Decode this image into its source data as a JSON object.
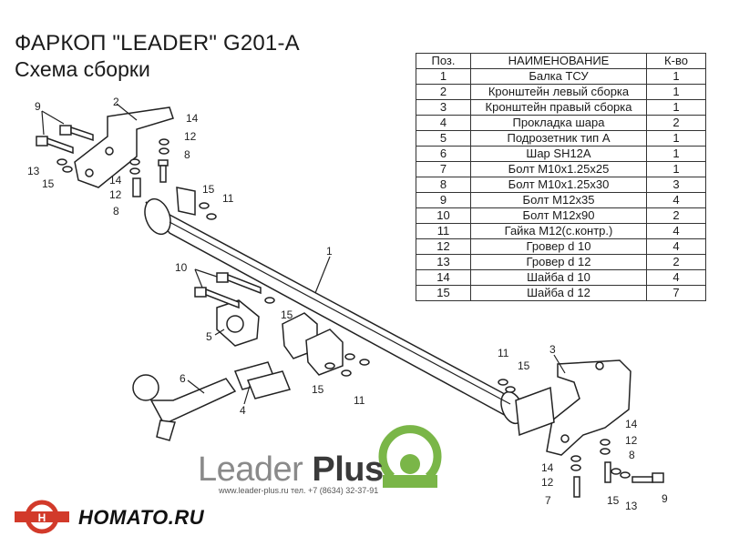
{
  "title": "ФАРКОП \"LEADER\" G201-A",
  "subtitle": "Схема сборки",
  "table": {
    "headers": [
      "Поз.",
      "НАИМЕНОВАНИЕ",
      "К-во"
    ],
    "rows": [
      [
        "1",
        "Балка ТСУ",
        "1"
      ],
      [
        "2",
        "Кронштейн левый сборка",
        "1"
      ],
      [
        "3",
        "Кронштейн правый сборка",
        "1"
      ],
      [
        "4",
        "Прокладка шара",
        "2"
      ],
      [
        "5",
        "Подрозетник тип А",
        "1"
      ],
      [
        "6",
        "Шар SH12A",
        "1"
      ],
      [
        "7",
        "Болт М10х1.25х25",
        "1"
      ],
      [
        "8",
        "Болт М10х1.25х30",
        "3"
      ],
      [
        "9",
        "Болт М12х35",
        "4"
      ],
      [
        "10",
        "Болт М12х90",
        "2"
      ],
      [
        "11",
        "Гайка М12(с.контр.)",
        "4"
      ],
      [
        "12",
        "Гровер d 10",
        "4"
      ],
      [
        "13",
        "Гровер d 12",
        "2"
      ],
      [
        "14",
        "Шайба d 10",
        "4"
      ],
      [
        "15",
        "Шайба d 12",
        "7"
      ]
    ]
  },
  "callouts": {
    "c1": "1",
    "c2": "2",
    "c3": "3",
    "c4": "4",
    "c5": "5",
    "c6": "6",
    "c9": "9",
    "c13": "13",
    "c15a": "15",
    "c14a": "14",
    "c12a": "12",
    "c8a": "8",
    "c14b": "14",
    "c12b": "12",
    "c8b": "8",
    "c15b": "15",
    "c11a": "11",
    "c10": "10",
    "c15c": "15",
    "c15d": "15",
    "c11b": "11",
    "c11c": "11",
    "c15e": "15",
    "c14c": "14",
    "c12c": "12",
    "c8c": "8",
    "c14d": "14",
    "c12d": "12",
    "c7": "7",
    "c15f": "15",
    "c13b": "13",
    "c9b": "9"
  },
  "brand": {
    "name": "Leader",
    "name_bold": "Plus",
    "contacts": "www.leader-plus.ru   тел. +7 (8634) 32-37-91"
  },
  "dealer": {
    "name": "HOMATO.RU"
  },
  "colors": {
    "brand_green": "#7ab648",
    "brand_gray": "#8a8a8a",
    "homato_red": "#d23a2a"
  }
}
